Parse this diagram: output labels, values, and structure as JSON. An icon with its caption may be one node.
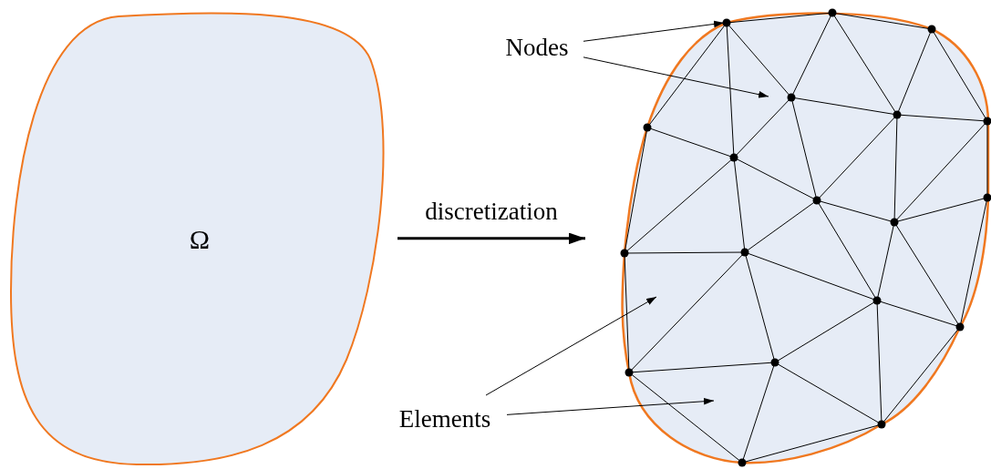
{
  "diagram": {
    "nodes": [
      {
        "text": [
          "Ω"
        ]
      },
      {
        "text": [],
        "shape": "picture"
      },
      {
        "text": [
          "Nodes"
        ]
      },
      {
        "text": [
          "Elements"
        ]
      }
    ],
    "edges": [
      {
        "from": 0,
        "to": 1,
        "arrow": "to",
        "label": "discretization",
        "style": "thick"
      },
      {
        "from": 2,
        "to": 1,
        "arrow": "to"
      },
      {
        "from": 2,
        "to": 1,
        "arrow": "to"
      },
      {
        "from": 3,
        "to": 1,
        "arrow": "to"
      },
      {
        "from": 3,
        "to": 1,
        "arrow": "to"
      }
    ]
  }
}
